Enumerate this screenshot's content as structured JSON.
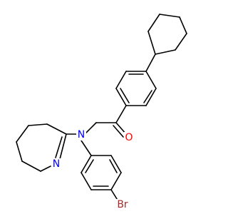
{
  "atoms": {
    "oxygen": {
      "label": "O",
      "color": "#ff0000"
    },
    "nitrogen_amine": {
      "label": "N",
      "color": "#0000ff"
    },
    "nitrogen_ring": {
      "label": "N",
      "color": "#0000ff"
    },
    "bromine": {
      "label": "Br",
      "color": "#a52a2a"
    }
  },
  "colors": {
    "bond": "#000000",
    "background": "#ffffff"
  }
}
